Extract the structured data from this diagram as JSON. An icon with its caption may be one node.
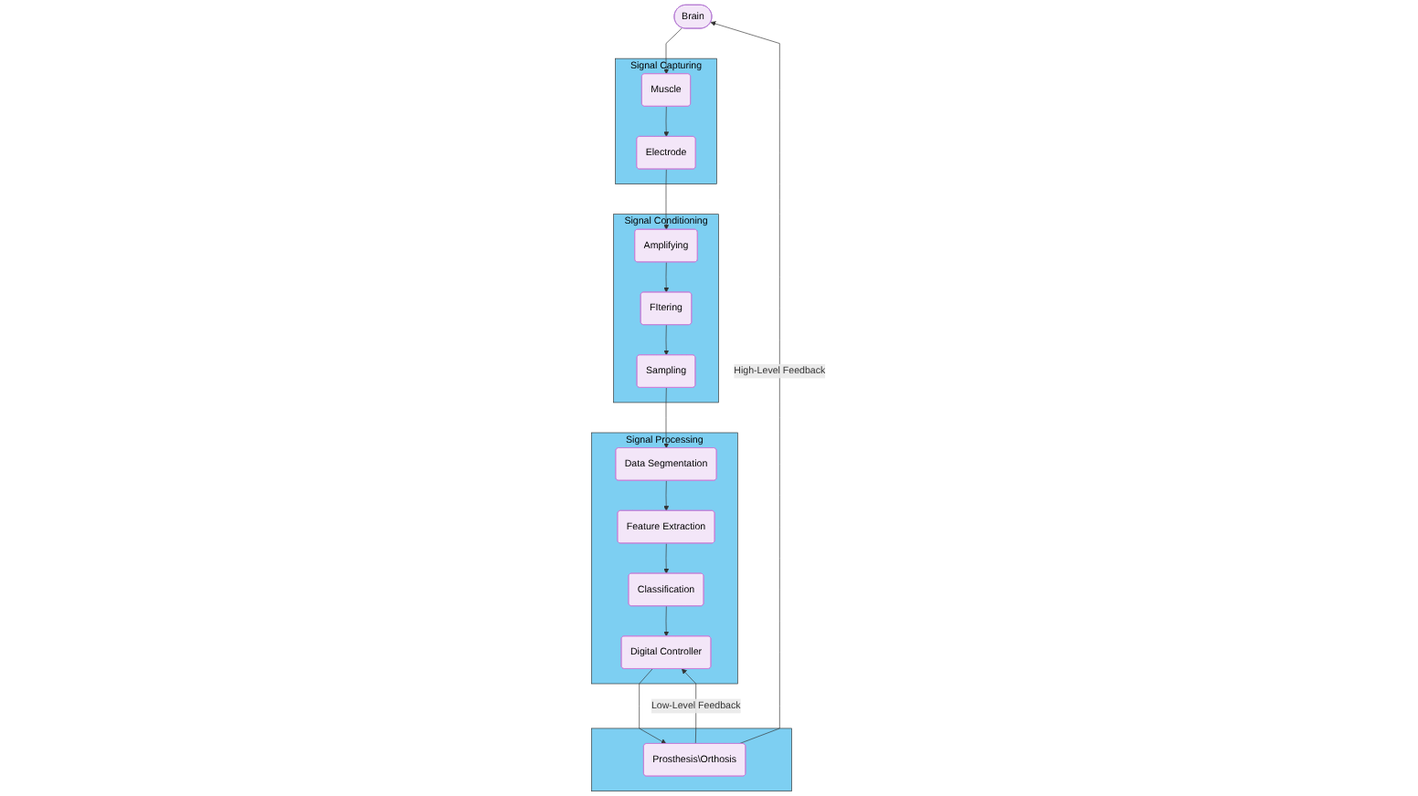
{
  "diagram": {
    "nodes": [
      {
        "text": [
          "Brain"
        ]
      },
      {
        "text": [
          "Signal Capturing"
        ]
      },
      {
        "text": [
          "Muscle"
        ],
        "in": 1
      },
      {
        "text": [
          "Electrode"
        ],
        "in": 1
      },
      {
        "text": [
          "Signal Conditioning"
        ]
      },
      {
        "text": [
          "Amplifying"
        ],
        "in": 4
      },
      {
        "text": [
          "FItering"
        ],
        "in": 4
      },
      {
        "text": [
          "Sampling"
        ],
        "in": 4
      },
      {
        "text": [
          "Signal Processing"
        ]
      },
      {
        "text": [
          "Feature Extraction"
        ],
        "in": 8
      },
      {
        "text": [
          "Data Segmentation"
        ],
        "in": 8
      },
      {
        "text": [
          "Classification"
        ],
        "in": 8
      },
      {
        "text": [
          "Digital Controller"
        ],
        "in": 8
      },
      {
        "text": [],
        "shape": "box"
      },
      {
        "text": [
          "Prosthesis\\Orthosis"
        ],
        "in": 13
      }
    ],
    "edges": [
      {
        "from": 0,
        "to": 2,
        "arrow": "to"
      },
      {
        "from": 2,
        "to": 3,
        "arrow": "to"
      },
      {
        "from": 3,
        "to": 5,
        "arrow": "to"
      },
      {
        "from": 5,
        "to": 6,
        "arrow": "to"
      },
      {
        "from": 6,
        "to": 7,
        "arrow": "to"
      },
      {
        "from": 7,
        "to": 10,
        "arrow": "to"
      },
      {
        "from": 10,
        "to": 9,
        "arrow": "to"
      },
      {
        "from": 9,
        "to": 11,
        "arrow": "to"
      },
      {
        "from": 11,
        "to": 12,
        "arrow": "to"
      },
      {
        "from": 12,
        "to": 14,
        "arrow": "to"
      },
      {
        "from": 14,
        "to": 12,
        "label": "Low-Level Feedback",
        "arrow": "to"
      },
      {
        "from": 14,
        "to": 0,
        "label": "High-Level Feedback",
        "arrow": "to"
      }
    ]
  }
}
